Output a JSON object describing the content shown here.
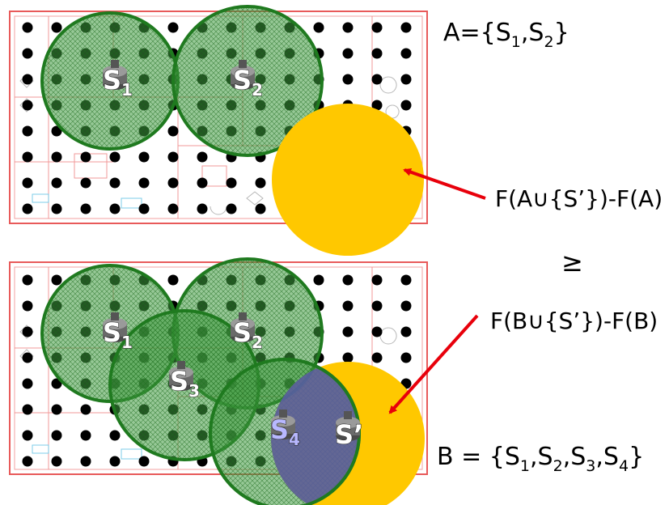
{
  "top_panel": {
    "set_label": {
      "prefix": "A={S",
      "sub1": "1",
      "mid": ",S",
      "sub2": "2",
      "suffix": "}"
    },
    "sensors": [
      {
        "letter": "S",
        "sub": "1"
      },
      {
        "letter": "S",
        "sub": "2"
      }
    ],
    "gain_label": "F(A∪{S’})-F(A)"
  },
  "relation_symbol": "≥",
  "bottom_panel": {
    "gain_label": "F(B∪{S’})-F(B)",
    "sensors": [
      {
        "letter": "S",
        "sub": "1"
      },
      {
        "letter": "S",
        "sub": "2"
      },
      {
        "letter": "S",
        "sub": "3"
      },
      {
        "letter": "S",
        "sub": "4"
      },
      {
        "letter": "S’",
        "sub": ""
      }
    ],
    "set_label": {
      "prefix": "B = {S",
      "sub1": "1",
      "c1": ",S",
      "sub2": "2",
      "c2": ",S",
      "sub3": "3",
      "c3": ",S",
      "sub4": "4",
      "suffix": "}"
    }
  },
  "colors": {
    "coverage_fill": "#2e8b2e",
    "coverage_stroke": "#1f7a1f",
    "new_sensor_fill": "#ffc800",
    "overlap_fill": "#5a5aa8",
    "arrow": "#e8000b",
    "floorplan": "#e85a5a",
    "dot": "#000000"
  }
}
